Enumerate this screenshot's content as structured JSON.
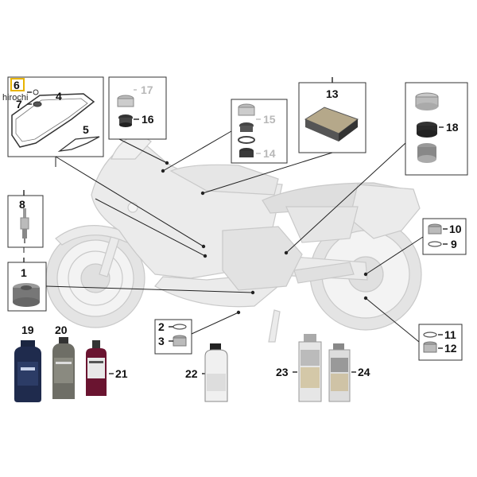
{
  "watermark": "hirochi",
  "labels": {
    "l1": "1",
    "l2": "2",
    "l3": "3",
    "l4": "4",
    "l5": "5",
    "l6": "6",
    "l7": "7",
    "l8": "8",
    "l9": "9",
    "l10": "10",
    "l11": "11",
    "l12": "12",
    "l13": "13",
    "l14": "14",
    "l15": "15",
    "l16": "16",
    "l17": "17",
    "l18": "18",
    "l19": "19",
    "l20": "20",
    "l21": "21",
    "l22": "22",
    "l23": "23",
    "l24": "24"
  },
  "colors": {
    "bike_fill": "#e9e9e9",
    "bike_stroke": "#c8c8c8",
    "line": "#222222",
    "highlight": "#e8b400",
    "grayed_label": "#b8b8b8"
  }
}
